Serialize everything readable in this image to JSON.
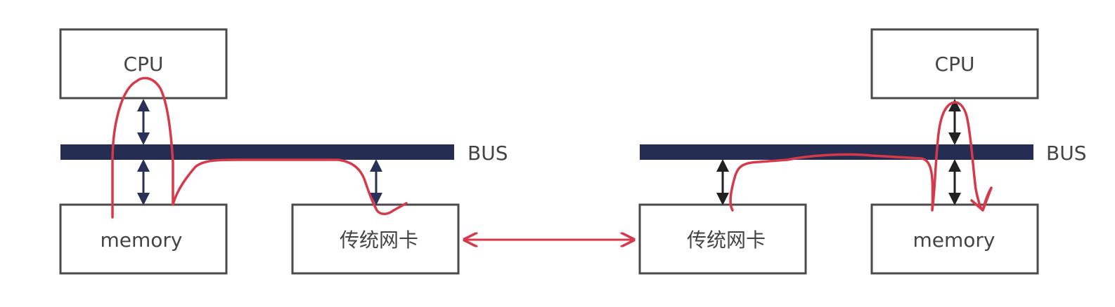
{
  "left_host": {
    "cpu_label": "CPU",
    "memory_label": "memory",
    "nic_label": "传统网卡",
    "bus_label": "BUS"
  },
  "right_host": {
    "cpu_label": "CPU",
    "memory_label": "memory",
    "nic_label": "传统网卡",
    "bus_label": "BUS"
  },
  "colors": {
    "bus": "#252d52",
    "box_stroke": "#4a4a4a",
    "annotation": "#d63a4a",
    "arrow_left": "#2a3158",
    "arrow_right": "#222222"
  }
}
